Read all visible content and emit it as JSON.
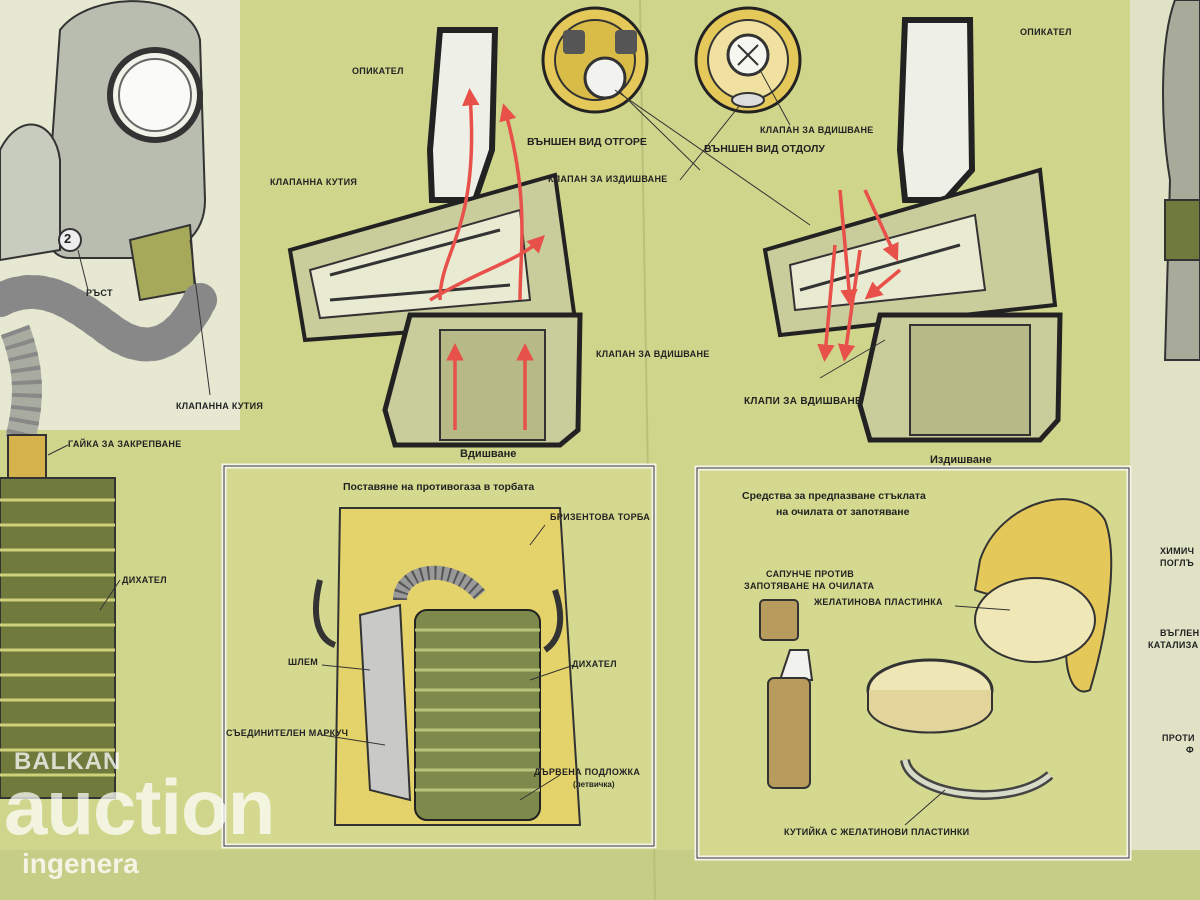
{
  "colors": {
    "poster_background": "#cfd68c",
    "mask_rubber": "#b9bdb0",
    "canister_green": "#6f7a3c",
    "bag_yellow": "#e4d36a",
    "arrow_red": "#e8504a",
    "lens_yellow": "#e5c85a"
  },
  "left_mask": {
    "label_mouth": "РЪСТ",
    "label_valve_box": "КЛАПАННА КУТИЯ",
    "label_nut": "ГАЙКА ЗА ЗАКРЕПВАНЕ",
    "label_filter": "ДИХАТЕЛ",
    "badge_number": "2"
  },
  "inhale_diagram": {
    "label_absorber": "ОПИКАТЕЛ",
    "label_valve_box": "КЛАПАННА КУТИЯ",
    "label_exhale_valve": "КЛАПАН ЗА ИЗДИШВАНЕ",
    "label_inhale_valve": "КЛАПАН ЗА ВДИШВАНЕ",
    "caption": "Вдишване"
  },
  "valve_views": {
    "top_view": "ВЪНШЕН ВИД ОТГОРЕ",
    "bottom_view": "ВЪНШЕН ВИД ОТДОЛУ",
    "label_inhale_valve": "КЛАПАН ЗА ВДИШВАНЕ"
  },
  "exhale_diagram": {
    "label_absorber": "ОПИКАТЕЛ",
    "label_inhale_valves": "КЛАПИ ЗА ВДИШВАНЕ",
    "caption": "Издишване"
  },
  "bag_panel": {
    "title": "Поставяне на противогаза в торбата",
    "label_bag": "БРИЗЕНТОВА ТОРБА",
    "label_helmet": "ШЛЕМ",
    "label_filter": "ДИХАТЕЛ",
    "label_hose": "СЪЕДИНИТЕЛЕН МАРКУЧ",
    "label_base": "ДЪРВЕНА ПОДЛОЖКА",
    "label_base_note": "(летвичка)"
  },
  "antifog_panel": {
    "title_line1": "Средства за предпазване стъклата",
    "title_line2": "на очилата от запотяване",
    "label_soap_line1": "САПУНЧЕ ПРОТИВ",
    "label_soap_line2": "ЗАПОТЯВАНЕ НА ОЧИЛАТА",
    "label_plate": "ЖЕЛАТИНОВА ПЛАСТИНКА",
    "label_box": "КУТИЙКА С ЖЕЛАТИНОВИ ПЛАСТИНКИ"
  },
  "right_edge": {
    "label1_line1": "ХИМИЧ",
    "label1_line2": "ПОГЛЪ",
    "label2_line1": "ВЪГЛЕН",
    "label2_line2": "КАТАЛИЗА",
    "label3_line1": "ПРОТИ",
    "label3_line2": "Ф"
  },
  "watermark": {
    "line1": "BALKAN",
    "line2": "auction",
    "line3": "ingenera"
  }
}
